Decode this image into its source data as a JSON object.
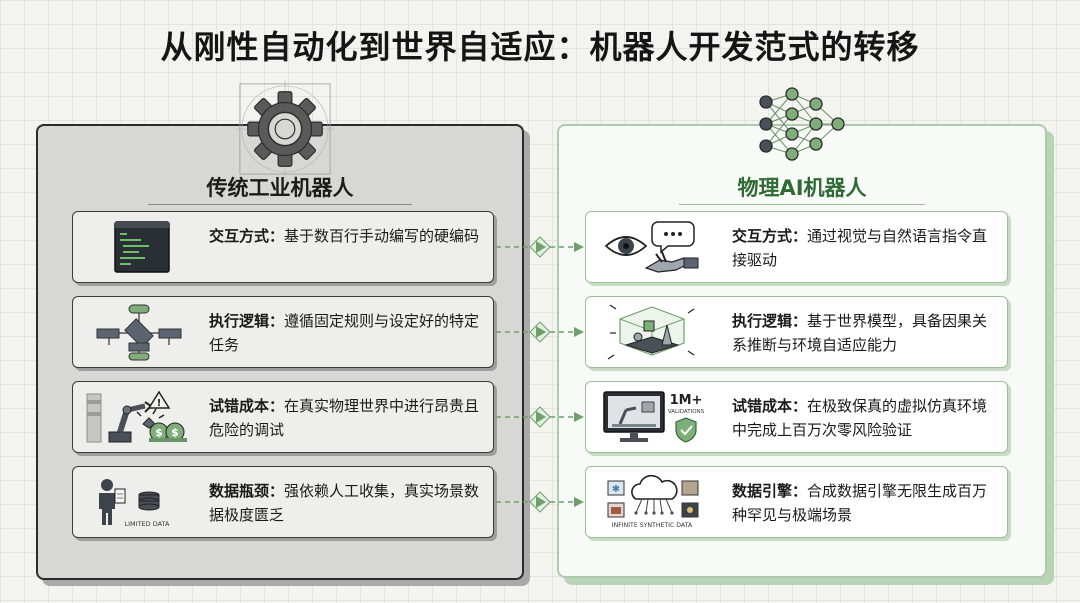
{
  "title": "从刚性自动化到世界自适应：机器人开发范式的转移",
  "left": {
    "heading": "传统工业机器人",
    "cards": [
      {
        "label": "交互方式：",
        "text": "基于数百行手动编写的硬编码"
      },
      {
        "label": "执行逻辑：",
        "text": "遵循固定规则与设定好的特定任务"
      },
      {
        "label": "试错成本：",
        "text": "在真实物理世界中进行昂贵且危险的调试"
      },
      {
        "label": "数据瓶颈：",
        "text": "强依赖人工收集，真实场景数据极度匮乏",
        "caption": "LIMITED DATA"
      }
    ]
  },
  "right": {
    "heading": "物理AI机器人",
    "cards": [
      {
        "label": "交互方式：",
        "text": "通过视觉与自然语言指令直接驱动"
      },
      {
        "label": "执行逻辑：",
        "text": "基于世界模型，具备因果关系推断与环境自适应能力"
      },
      {
        "label": "试错成本：",
        "text": "在极致保真的虚拟仿真环境中完成上百万次零风险验证",
        "badge": "1M+",
        "badge_sub": "VALIDATIONS"
      },
      {
        "label": "数据引擎：",
        "text": "合成数据引擎无限生成百万种罕见与极端场景",
        "caption": "INFINITE SYNTHETIC DATA"
      }
    ]
  },
  "colors": {
    "left_panel": "#d7d7d5",
    "right_accent": "#2f6a34",
    "right_border": "#aec9ab",
    "connector": "#6fa06c"
  },
  "icons": [
    "gear-icon",
    "neural-network-icon",
    "terminal-code-icon",
    "flowchart-icon",
    "robot-arm-cost-icon",
    "worker-database-icon",
    "eye-speech-hand-icon",
    "world-model-cube-icon",
    "simulation-monitor-icon",
    "cloud-synthetic-data-icon"
  ]
}
